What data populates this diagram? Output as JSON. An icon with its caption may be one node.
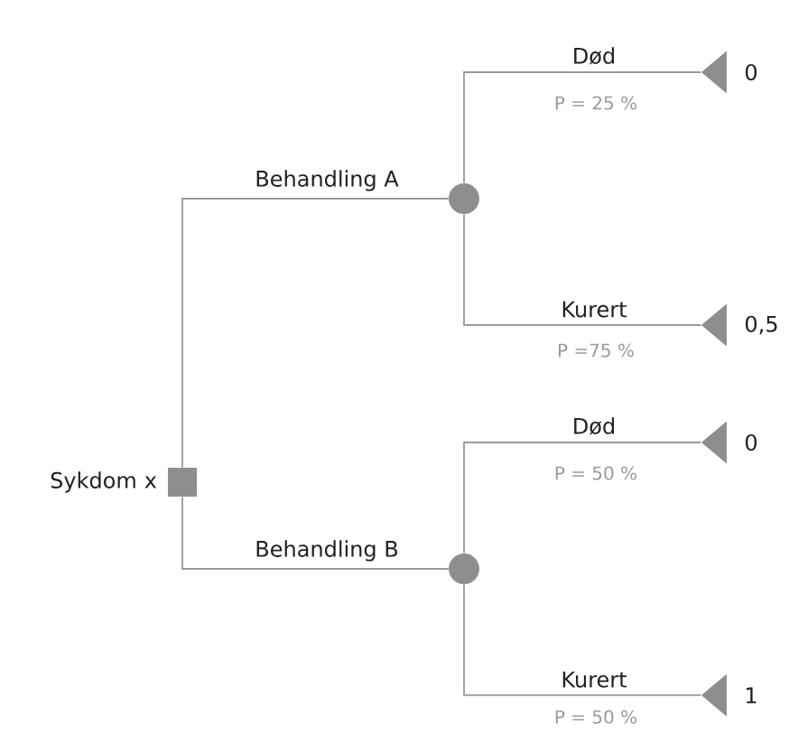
{
  "diagram": {
    "nodes": [
      {
        "text": [],
        "shape": "box",
        "beside": [
          "Sykdom x"
        ]
      },
      {
        "text": [],
        "shape": "circle"
      },
      {
        "text": [],
        "shape": "circle"
      },
      {
        "text": [],
        "shape": "triangle",
        "beside": [
          "0"
        ]
      },
      {
        "text": [],
        "shape": "triangle",
        "beside": [
          "0,5"
        ]
      },
      {
        "text": [],
        "shape": "triangle",
        "beside": [
          "0"
        ]
      },
      {
        "text": [],
        "shape": "triangle",
        "beside": [
          "1"
        ]
      }
    ],
    "edges": [
      {
        "from": 0,
        "to": 1,
        "arrow": "none",
        "label": "Behandling A"
      },
      {
        "from": 0,
        "to": 2,
        "arrow": "none",
        "label": "Behandling B"
      },
      {
        "from": 1,
        "to": 3,
        "arrow": "none",
        "label": "Død"
      },
      {
        "from": 1,
        "to": 4,
        "arrow": "none",
        "label": "Kurert"
      },
      {
        "from": 2,
        "to": 5,
        "arrow": "none",
        "label": "Død"
      },
      {
        "from": 2,
        "to": 6,
        "arrow": "none",
        "label": "Kurert"
      }
    ],
    "labels": [
      "P = 25 %",
      "P =75 %",
      "P = 50 %",
      "P = 50 %"
    ]
  }
}
